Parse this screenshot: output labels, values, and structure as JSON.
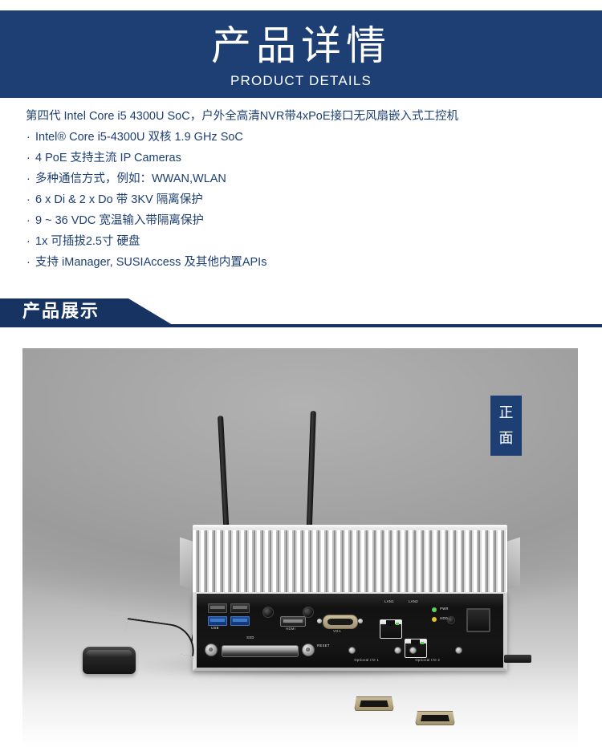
{
  "top_banner": {
    "title_cn": "产品详情",
    "title_en": "PRODUCT  DETAILS",
    "bg_color": "#1d3f73"
  },
  "spec": {
    "heading": "第四代 Intel Core i5 4300U SoC，户外全高清NVR带4xPoE接口无风扇嵌入式工控机",
    "bullet_char": "·",
    "text_color": "#1d3f73",
    "items": [
      "Intel® Core i5-4300U 双核 1.9 GHz SoC",
      "4 PoE 支持主流 IP Cameras",
      "多种通信方式，例如：WWAN,WLAN",
      "6 x Di & 2 x Do 带 3KV 隔离保护",
      "9 ~ 36 VDC 宽温输入带隔离保护",
      "1x 可插拔2.5寸 硬盘",
      "支持 iManager, SUSIAccess 及其他内置APIs"
    ]
  },
  "section": {
    "label": "产品展示",
    "accent_color": "#173361"
  },
  "gallery": {
    "view_badge": {
      "chars": [
        "正",
        "面"
      ],
      "bg_color": "#1d3f73"
    },
    "device": {
      "io_labels": {
        "usb3": "USB",
        "hdmi": "HDMI",
        "vga": "VGA",
        "lan1": "LAN1",
        "lan2": "LAN2",
        "pwr_led": "PWR",
        "hdd_led": "HDD",
        "ssd_bay": "SSD",
        "reset": "RESET",
        "optional_io_1": "Optional I/O 1",
        "optional_io_2": "Optional I/O 2"
      },
      "led_colors": {
        "pwr": "#5bd25b",
        "hdd": "#e3c32c"
      }
    }
  }
}
